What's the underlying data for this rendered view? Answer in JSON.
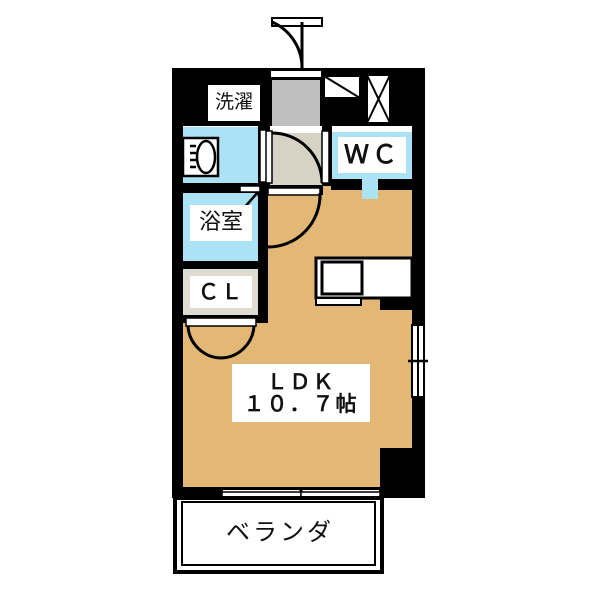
{
  "plan": {
    "type": "japanese-apartment-floorplan",
    "layout_code": "1R / LDK",
    "colors": {
      "wall": "#000000",
      "ldk_floor": "#E3B775",
      "water_area": "#ACE2F5",
      "corridor": "#D6D2C4",
      "entrance_tile": "#BFBFBF",
      "closet": "#DEDBD0",
      "label_text": "#111111",
      "label_bg": "#FFFFFF",
      "background": "#FFFFFF"
    },
    "rooms": [
      {
        "id": "washer",
        "label": "洗濯",
        "name": "laundry-washer-space"
      },
      {
        "id": "bath",
        "label": "浴室",
        "name": "bathroom"
      },
      {
        "id": "closet",
        "label": "ＣＬ",
        "name": "closet"
      },
      {
        "id": "wc",
        "label": "ＷＣ",
        "name": "toilet"
      },
      {
        "id": "ldk",
        "label": "ＬＤＫ\n１０．７帖",
        "name": "living-dining-kitchen"
      },
      {
        "id": "veranda",
        "label": "ベランダ",
        "name": "veranda-balcony"
      }
    ],
    "ldk": {
      "name_line": "ＬＤＫ",
      "area_line": "１０．７帖",
      "area_value": 10.7,
      "area_unit": "帖"
    },
    "fixtures": [
      {
        "id": "entrance-door",
        "name": "entrance-door-swing"
      },
      {
        "id": "shoe-box",
        "name": "shoe-cabinet"
      },
      {
        "id": "window-x",
        "name": "window-symbol"
      },
      {
        "id": "vanity-sink",
        "name": "vanity-washbasin"
      },
      {
        "id": "kitchen-sink",
        "name": "kitchen-sink-counter"
      },
      {
        "id": "wc-bowl",
        "name": "toilet-bowl"
      },
      {
        "id": "balcony-door",
        "name": "balcony-sliding-door"
      },
      {
        "id": "side-window",
        "name": "side-window"
      },
      {
        "id": "closet-doors",
        "name": "closet-folding-doors"
      },
      {
        "id": "corridor-door",
        "name": "corridor-door-swing"
      },
      {
        "id": "ldk-door",
        "name": "ldk-entry-door-swing"
      },
      {
        "id": "bath-door",
        "name": "bathroom-door"
      }
    ]
  }
}
